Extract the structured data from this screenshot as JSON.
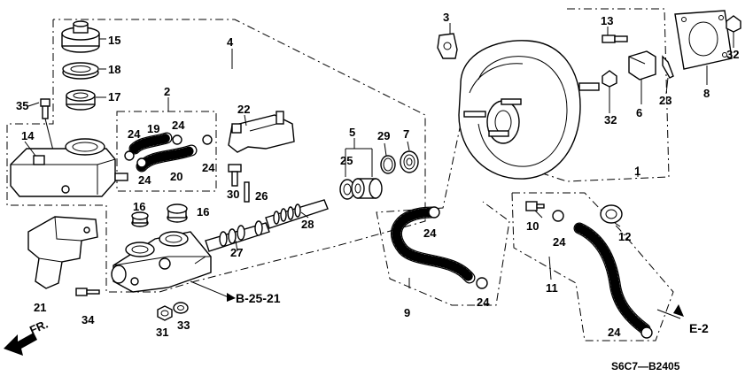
{
  "callouts": {
    "c1": "1",
    "c2": "2",
    "c3": "3",
    "c4": "4",
    "c5": "5",
    "c6": "6",
    "c7": "7",
    "c8": "8",
    "c9": "9",
    "c10": "10",
    "c11": "11",
    "c12": "12",
    "c13": "13",
    "c14": "14",
    "c15": "15",
    "c16a": "16",
    "c16b": "16",
    "c17": "17",
    "c18": "18",
    "c19": "19",
    "c20": "20",
    "c21": "21",
    "c22": "22",
    "c23": "23",
    "c24a": "24",
    "c24b": "24",
    "c24c": "24",
    "c24d": "24",
    "c24e": "24",
    "c24f": "24",
    "c24g": "24",
    "c24h": "24",
    "c25": "25",
    "c26": "26",
    "c27": "27",
    "c28": "28",
    "c29": "29",
    "c30": "30",
    "c31": "31",
    "c32a": "32",
    "c32b": "32",
    "c33": "33",
    "c34": "34",
    "c35": "35"
  },
  "references": {
    "b_ref": "B-25-21",
    "e_ref": "E-2",
    "front": "FR."
  },
  "diagram_code": "S6C7—B2405",
  "colors": {
    "line": "#000000",
    "background": "#ffffff"
  }
}
